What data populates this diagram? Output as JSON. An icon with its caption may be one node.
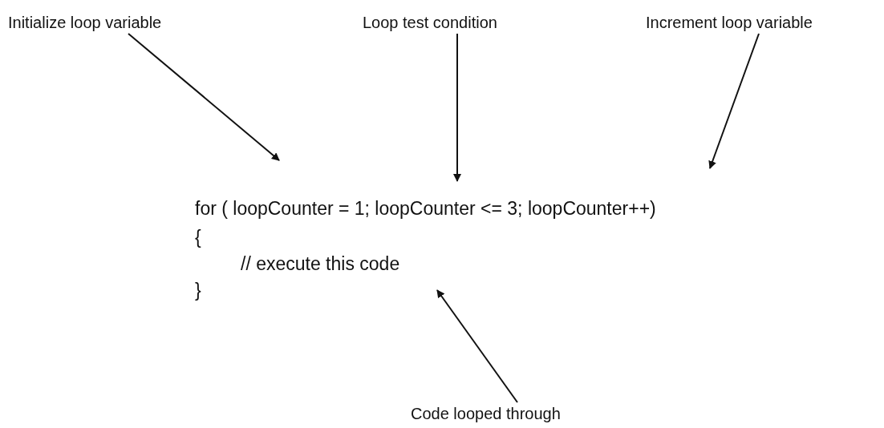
{
  "diagram": {
    "nodes": [
      {
        "text": [
          "Initialize loop variable"
        ]
      },
      {
        "text": [
          "Loop test condition"
        ]
      },
      {
        "text": [
          "Increment loop variable"
        ]
      },
      {
        "text": [
          "Code looped through"
        ]
      }
    ],
    "edges": [
      {
        "from": 0,
        "to": null,
        "arrow": "to"
      },
      {
        "from": 1,
        "to": null,
        "arrow": "to"
      },
      {
        "from": 2,
        "to": null,
        "arrow": "to"
      },
      {
        "from": 3,
        "to": null,
        "arrow": "to"
      }
    ],
    "labels": [
      "for ( loopCounter = 1; loopCounter <= 3; loopCounter++)",
      "{",
      "// execute this code",
      "}"
    ]
  }
}
